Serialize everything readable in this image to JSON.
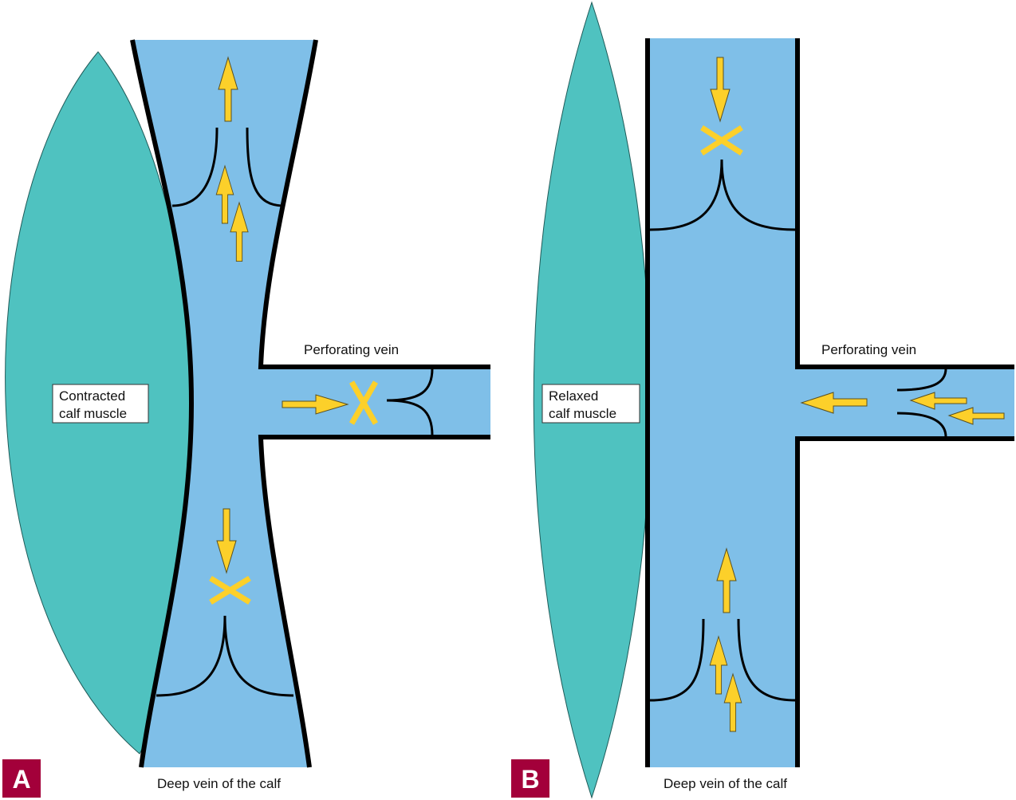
{
  "colors": {
    "muscle": "#4fc2c0",
    "vein": "#7fbfe8",
    "arrow": "#fcd02a",
    "wall": "#000000",
    "badge": "#a3003a"
  },
  "panels": [
    {
      "letter": "A",
      "muscle_label_line1": "Contracted",
      "muscle_label_line2": "calf muscle",
      "perforating_label": "Perforating vein",
      "deep_vein_label": "Deep vein of the calf",
      "muscle_state": "contracted",
      "icons": [
        "arrow-up-icon",
        "arrow-up-icon",
        "arrow-up-icon",
        "arrow-right-icon",
        "valve-closed-x-icon",
        "arrow-down-icon",
        "valve-closed-x-icon"
      ]
    },
    {
      "letter": "B",
      "muscle_label_line1": "Relaxed",
      "muscle_label_line2": "calf muscle",
      "perforating_label": "Perforating vein",
      "deep_vein_label": "Deep vein of the calf",
      "muscle_state": "relaxed",
      "icons": [
        "arrow-down-icon",
        "valve-closed-x-icon",
        "arrow-left-icon",
        "arrow-left-icon",
        "arrow-left-icon",
        "arrow-up-icon",
        "arrow-up-icon",
        "arrow-up-icon"
      ]
    }
  ]
}
